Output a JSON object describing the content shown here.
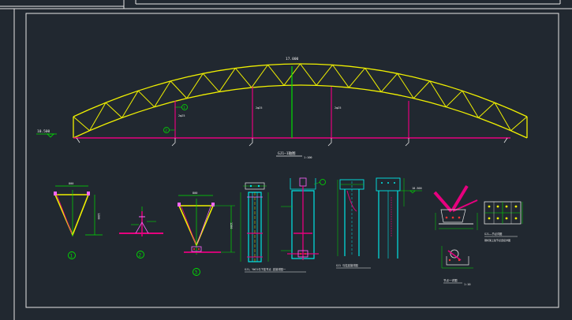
{
  "colors": {
    "background": "#212830",
    "frame": "#e6e6e6",
    "truss": "#f0f000",
    "tie": "#e6007e",
    "support": "#00e6e6",
    "dimension": "#00e000",
    "plate": "#ff66ff",
    "bolt": "#ff3333",
    "label": "#f0f0f0"
  },
  "main_elevation": {
    "apex_elevation": "17.000",
    "support_elevation": "10.500",
    "caption": "GJ1—1轴图",
    "scale": "1:100",
    "bubble_labels": [
      "1",
      "2"
    ],
    "hanger_tags": [
      "2φ25",
      "2φ25",
      "2φ25"
    ]
  },
  "details": {
    "section_1": {
      "bubble": "1",
      "dim_top": "800",
      "dim_side": "1200"
    },
    "section_2": {
      "bubble": "2"
    },
    "section_3": {
      "bubble": "3",
      "dim_top": "800",
      "dim_side": "1200"
    },
    "column_joint_caption": "GJ1、YWJ1与下弦节点 连接详图一",
    "column_joint_2_caption": "GJ1 与柱连接详图",
    "elevation_tag": "10.500",
    "node_plan_caption": "GJ1——节点详图",
    "node_plan_subcaption": "钢桁架上弦节点连接详图",
    "bottom_detail_caption": "节点一详图",
    "bottom_detail_scale": "1:10"
  }
}
